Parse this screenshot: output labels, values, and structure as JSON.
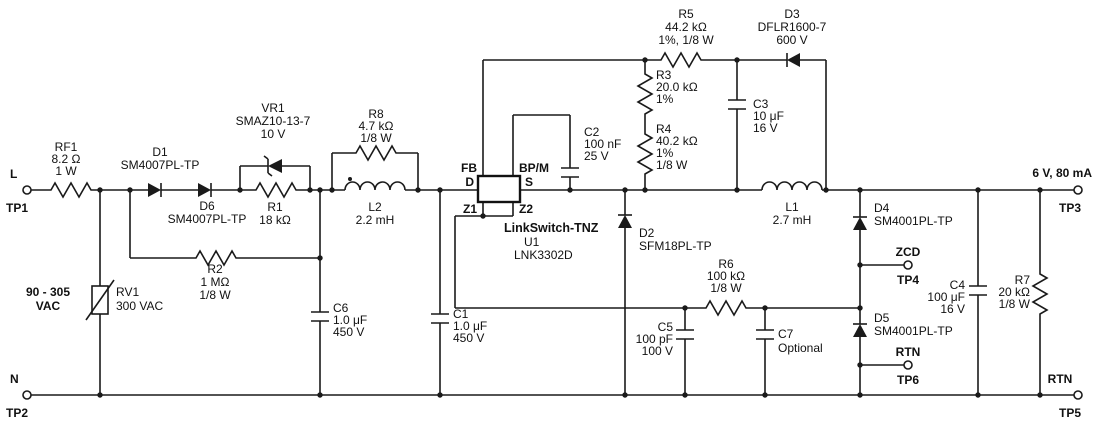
{
  "title": "LinkSwitch-TNZ LNK3302D buck converter schematic",
  "colors": {
    "ink": "#1a1a1a",
    "background": "#ffffff"
  },
  "terminals": {
    "tp1": {
      "line": "L",
      "name": "TP1"
    },
    "tp2": {
      "line": "N",
      "name": "TP2"
    },
    "tp3": {
      "line": "6 V, 80 mA",
      "name": "TP3"
    },
    "tp4": {
      "line": "ZCD",
      "name": "TP4"
    },
    "tp5": {
      "line": "RTN",
      "name": "TP5"
    },
    "tp6": {
      "line": "RTN",
      "name": "TP6"
    },
    "input_rating": [
      "90 - 305",
      "VAC"
    ]
  },
  "ic": {
    "family": "LinkSwitch-TNZ",
    "ref": "U1",
    "part": "LNK3302D",
    "pins": {
      "fb": "FB",
      "bpm": "BP/M",
      "d": "D",
      "s": "S",
      "z1": "Z1",
      "z2": "Z2"
    }
  },
  "components": {
    "rf1": [
      "RF1",
      "8.2 Ω",
      "1 W"
    ],
    "rv1": [
      "RV1",
      "300 VAC"
    ],
    "d1": [
      "D1",
      "SM4007PL-TP"
    ],
    "d6": [
      "D6",
      "SM4007PL-TP"
    ],
    "vr1": [
      "VR1",
      "SMAZ10-13-7",
      "10 V"
    ],
    "r1": [
      "R1",
      "18 kΩ"
    ],
    "r2": [
      "R2",
      "1 MΩ",
      "1/8 W"
    ],
    "r8": [
      "R8",
      "4.7 kΩ",
      "1/8 W"
    ],
    "l2": [
      "L2",
      "2.2 mH"
    ],
    "c6": [
      "C6",
      "1.0 μF",
      "450 V"
    ],
    "c1": [
      "C1",
      "1.0 μF",
      "450 V"
    ],
    "c2": [
      "C2",
      "100 nF",
      "25 V"
    ],
    "r5": [
      "R5",
      "44.2 kΩ",
      "1%, 1/8 W"
    ],
    "r3": [
      "R3",
      "20.0 kΩ",
      "1%"
    ],
    "r4": [
      "R4",
      "40.2 kΩ",
      "1%",
      "1/8 W"
    ],
    "d3": [
      "D3",
      "DFLR1600-7",
      "600 V"
    ],
    "c3": [
      "C3",
      "10 μF",
      "16 V"
    ],
    "d2": [
      "D2",
      "SFM18PL-TP"
    ],
    "r6": [
      "R6",
      "100 kΩ",
      "1/8 W"
    ],
    "c5": [
      "C5",
      "100 pF",
      "100 V"
    ],
    "c7": [
      "C7",
      "Optional"
    ],
    "l1": [
      "L1",
      "2.7 mH"
    ],
    "d4": [
      "D4",
      "SM4001PL-TP"
    ],
    "d5": [
      "D5",
      "SM4001PL-TP"
    ],
    "c4": [
      "C4",
      "100 μF",
      "16 V"
    ],
    "r7": [
      "R7",
      "20 kΩ",
      "1/8 W"
    ]
  }
}
